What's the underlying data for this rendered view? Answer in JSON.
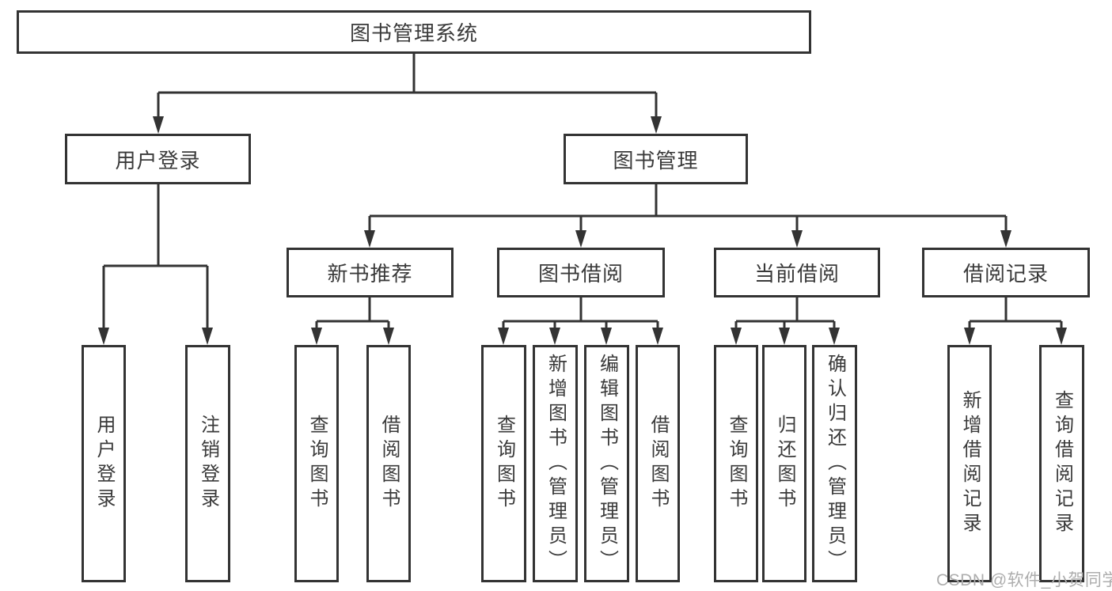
{
  "tree": {
    "root": {
      "label": "图书管理系统",
      "children": [
        {
          "label": "用户登录",
          "children": [
            {
              "label": "用户登录"
            },
            {
              "label": "注销登录"
            }
          ]
        },
        {
          "label": "图书管理",
          "children": [
            {
              "label": "新书推荐",
              "children": [
                {
                  "label": "查询图书"
                },
                {
                  "label": "借阅图书"
                }
              ]
            },
            {
              "label": "图书借阅",
              "children": [
                {
                  "label": "查询图书"
                },
                {
                  "label": "新增图书（管理员）"
                },
                {
                  "label": "编辑图书（管理员）"
                },
                {
                  "label": "借阅图书"
                }
              ]
            },
            {
              "label": "当前借阅",
              "children": [
                {
                  "label": "查询图书"
                },
                {
                  "label": "归还图书"
                },
                {
                  "label": "确认归还（管理员）"
                }
              ]
            },
            {
              "label": "借阅记录",
              "children": [
                {
                  "label": "新增借阅记录"
                },
                {
                  "label": "查询借阅记录"
                }
              ]
            }
          ]
        }
      ]
    }
  },
  "watermark": "CSDN @软件_小贺同学",
  "colors": {
    "line": "#333333",
    "border": "#333333",
    "text": "#3a3a3a",
    "watermark": "#adadad",
    "background": "#ffffff"
  }
}
